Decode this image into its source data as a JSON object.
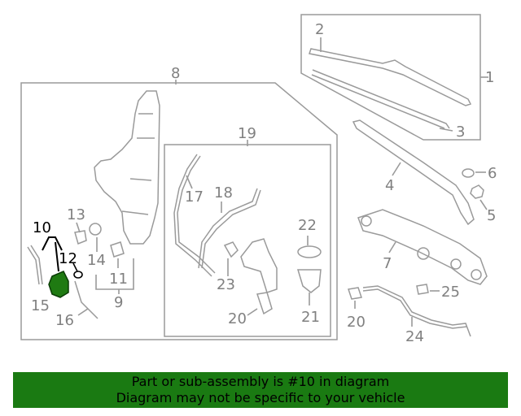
{
  "diagram": {
    "callouts": {
      "c1": "1",
      "c2": "2",
      "c3": "3",
      "c4": "4",
      "c5": "5",
      "c6": "6",
      "c7": "7",
      "c8": "8",
      "c9": "9",
      "c10": "10",
      "c11": "11",
      "c12": "12",
      "c13": "13",
      "c14": "14",
      "c15": "15",
      "c16": "16",
      "c17": "17",
      "c18": "18",
      "c19": "19",
      "c20a": "20",
      "c20b": "20",
      "c21": "21",
      "c22": "22",
      "c23": "23",
      "c24": "24",
      "c25": "25"
    },
    "highlighted_part": "10",
    "highlight_color": "#1f7a12"
  },
  "banner": {
    "line1": "Part or sub-assembly is #10 in diagram",
    "line2": "Diagram may not be specific to your vehicle",
    "background": "#1a7a12"
  }
}
